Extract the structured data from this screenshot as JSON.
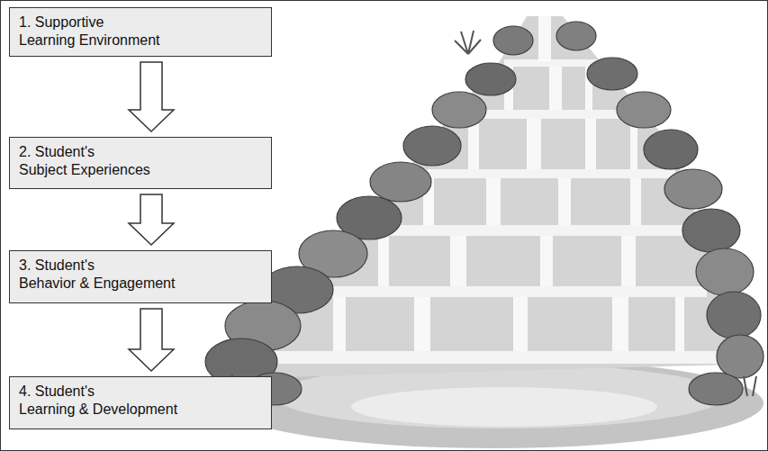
{
  "diagram": {
    "nodes": [
      {
        "text": [
          "1. Supportive Learning Environment"
        ]
      },
      {
        "text": [
          "2. Student's Subject Experiences"
        ]
      },
      {
        "text": [
          "3. Student's Behavior & Engagement"
        ]
      },
      {
        "text": [
          "4. Student's Learning & Development"
        ]
      }
    ],
    "edges": [
      {
        "from": 0,
        "to": 1,
        "arrow": "to"
      },
      {
        "from": 1,
        "to": 2,
        "arrow": "to"
      },
      {
        "from": 2,
        "to": 3,
        "arrow": "to"
      }
    ]
  }
}
